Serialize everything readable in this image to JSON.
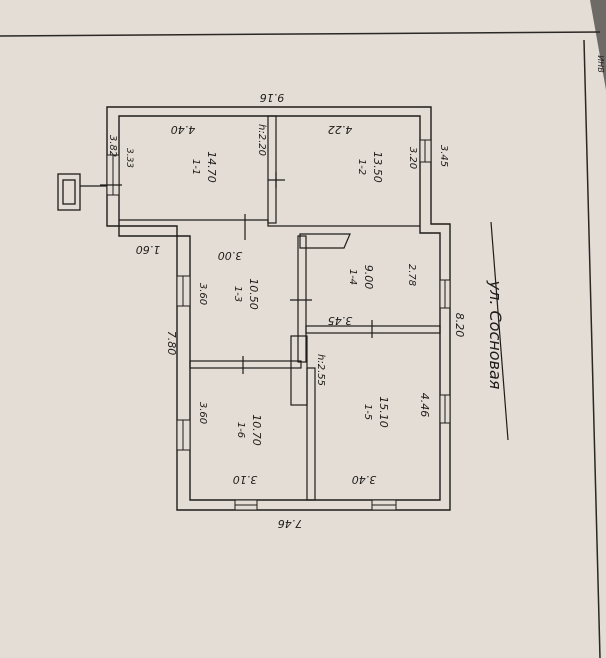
{
  "plan": {
    "street_label": "ул. Сосновая",
    "corner_mark": "ИНВ",
    "overall": {
      "top_width": "9.16",
      "bottom_width": "7.46",
      "left_height": "7.80",
      "right_height": "8.20",
      "offset": "1.60"
    },
    "rooms": [
      {
        "id": "1-1",
        "area": "14.70",
        "width": "4.40",
        "depth": "3.33",
        "extra": "3.82"
      },
      {
        "id": "1-2",
        "area": "13.50",
        "width": "4.22",
        "depth": "3.20",
        "extra": "3.45"
      },
      {
        "id": "1-3",
        "area": "10.50",
        "width": "3.00",
        "depth": "3.60"
      },
      {
        "id": "1-4",
        "area": "9.00",
        "width": "3.45",
        "depth": "2.78"
      },
      {
        "id": "1-5",
        "area": "15.10",
        "width": "3.40",
        "depth": "4.46"
      },
      {
        "id": "1-6",
        "area": "10.70",
        "width": "3.10",
        "depth": "3.60"
      }
    ],
    "heights": [
      "h:2.20",
      "h:2.55"
    ]
  },
  "colors": {
    "paper": "#e3ddd5",
    "ink": "#1e1c1a",
    "background": "#6e6a66"
  }
}
